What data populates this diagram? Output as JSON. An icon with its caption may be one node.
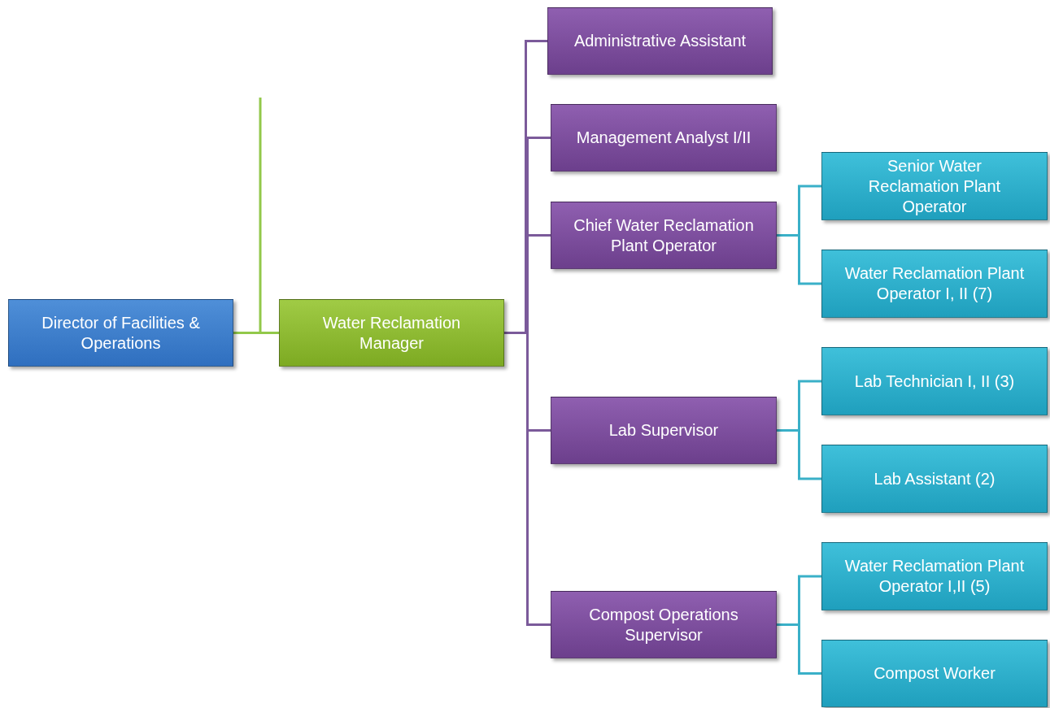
{
  "diagram": {
    "nodes": [
      {
        "text": [
          "Director of Facilities & Operations"
        ]
      },
      {
        "text": [
          "Water Reclamation Manager"
        ]
      },
      {
        "text": [
          "Administrative Assistant"
        ]
      },
      {
        "text": [
          "Management Analyst I/II"
        ]
      },
      {
        "text": [
          "Chief Water Reclamation Plant Operator"
        ]
      },
      {
        "text": [
          "Senior Water Reclamation Plant Operator"
        ]
      },
      {
        "text": [
          "Water Reclamation Plant Operator I, II (7)"
        ]
      },
      {
        "text": [
          "Lab Supervisor"
        ]
      },
      {
        "text": [
          "Lab Technician I, II (3)"
        ]
      },
      {
        "text": [
          "Lab Assistant (2)"
        ]
      },
      {
        "text": [
          "Compost Operations Supervisor"
        ]
      },
      {
        "text": [
          "Water Reclamation Plant Operator I,II (5)"
        ]
      },
      {
        "text": [
          "Compost Worker"
        ]
      }
    ],
    "edges": [
      {
        "from": 0,
        "to": 1,
        "arrow": "none",
        "color": "#92c84a"
      },
      {
        "from": null,
        "to": 1,
        "arrow": "none",
        "color": "#92c84a"
      },
      {
        "from": 1,
        "to": 2,
        "arrow": "none",
        "color": "#7b5a9a"
      },
      {
        "from": 1,
        "to": 3,
        "arrow": "none",
        "color": "#7b5a9a"
      },
      {
        "from": 1,
        "to": 4,
        "arrow": "none",
        "color": "#7b5a9a"
      },
      {
        "from": 1,
        "to": 7,
        "arrow": "none",
        "color": "#7b5a9a"
      },
      {
        "from": 1,
        "to": 10,
        "arrow": "none",
        "color": "#7b5a9a"
      },
      {
        "from": 4,
        "to": 5,
        "arrow": "none"
      },
      {
        "from": 4,
        "to": 6,
        "arrow": "none"
      },
      {
        "from": 7,
        "to": 8,
        "arrow": "none"
      },
      {
        "from": 7,
        "to": 9,
        "arrow": "none"
      },
      {
        "from": 10,
        "to": 11,
        "arrow": "none"
      },
      {
        "from": 10,
        "to": 12,
        "arrow": "none"
      }
    ]
  }
}
